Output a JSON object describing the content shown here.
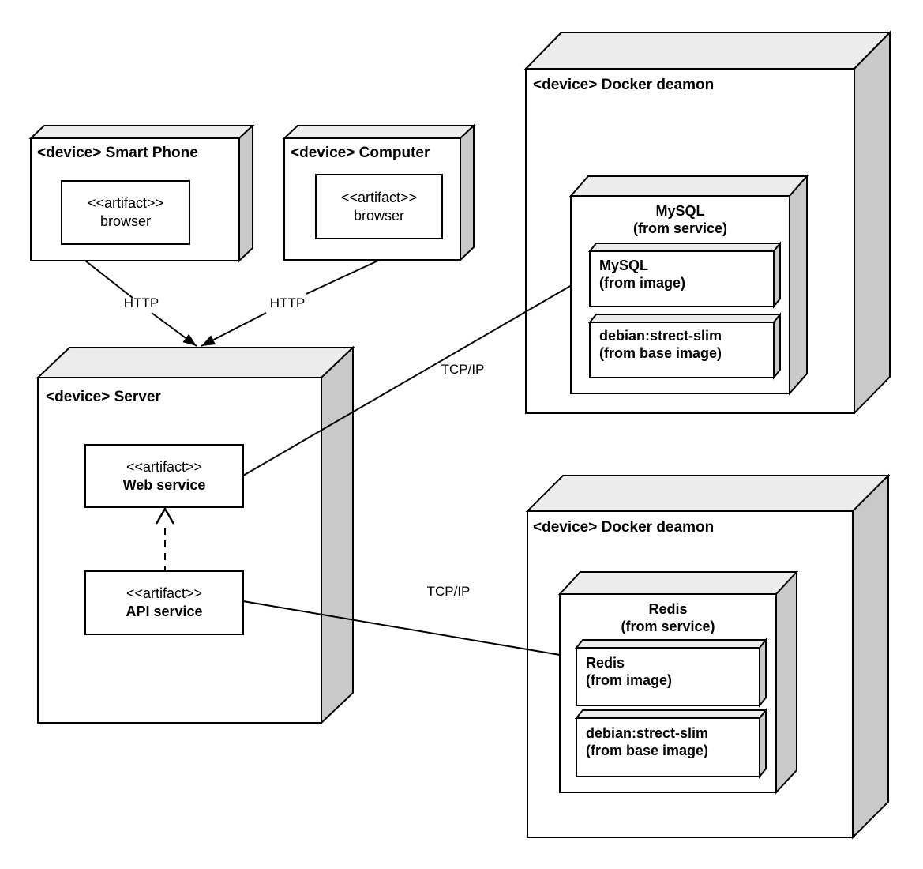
{
  "nodes": {
    "smartphone": {
      "title": "<device> Smart Phone",
      "artifact_stereotype": "<<artifact>>",
      "artifact_name": "browser"
    },
    "computer": {
      "title": "<device> Computer",
      "artifact_stereotype": "<<artifact>>",
      "artifact_name": "browser"
    },
    "server": {
      "title": "<device> Server",
      "web_service_stereotype": "<<artifact>>",
      "web_service_name": "Web service",
      "api_service_stereotype": "<<artifact>>",
      "api_service_name": "API service"
    },
    "docker_mysql": {
      "title": "<device> Docker deamon",
      "service_name": "MySQL",
      "service_origin": "(from service)",
      "image_name": "MySQL",
      "image_origin": "(from image)",
      "base_name": "debian:strect-slim",
      "base_origin": "(from base image)"
    },
    "docker_redis": {
      "title": "<device> Docker deamon",
      "service_name": "Redis",
      "service_origin": "(from service)",
      "image_name": "Redis",
      "image_origin": "(from image)",
      "base_name": "debian:strect-slim",
      "base_origin": "(from base image)"
    }
  },
  "edges": {
    "smartphone_http_label": "HTTP",
    "computer_http_label": "HTTP",
    "web_mysql_label": "TCP/IP",
    "api_redis_label": "TCP/IP"
  },
  "colors": {
    "stroke": "#000000",
    "top_face": "#ececec",
    "side_face": "#c9c9c9",
    "background": "#ffffff"
  }
}
